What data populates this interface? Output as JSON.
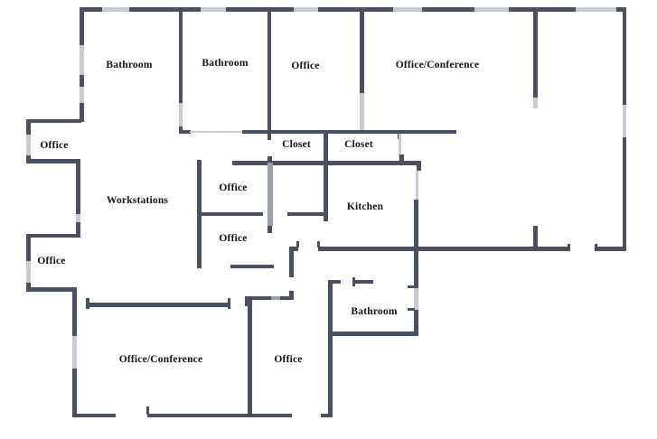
{
  "diagram": {
    "type": "floor-plan",
    "description": "Office suite floor plan"
  },
  "rooms": [
    {
      "id": "bathroom-top-left",
      "label": "Bathroom"
    },
    {
      "id": "bathroom-top-middle",
      "label": "Bathroom"
    },
    {
      "id": "office-top",
      "label": "Office"
    },
    {
      "id": "office-conference-top",
      "label": "Office/Conference"
    },
    {
      "id": "office-left-upper",
      "label": "Office"
    },
    {
      "id": "closet-left",
      "label": "Closet"
    },
    {
      "id": "closet-right",
      "label": "Closet"
    },
    {
      "id": "office-middle-upper",
      "label": "Office"
    },
    {
      "id": "workstations",
      "label": "Workstations"
    },
    {
      "id": "kitchen",
      "label": "Kitchen"
    },
    {
      "id": "office-middle-lower",
      "label": "Office"
    },
    {
      "id": "office-left-lower",
      "label": "Office"
    },
    {
      "id": "bathroom-bottom",
      "label": "Bathroom"
    },
    {
      "id": "office-conference-bottom",
      "label": "Office/Conference"
    },
    {
      "id": "office-bottom",
      "label": "Office"
    }
  ],
  "colors": {
    "wall": "#4a4f62",
    "window": "#c7cbd4",
    "partition": "#9aa0ae",
    "background": "#ffffff",
    "text": "#131313"
  }
}
